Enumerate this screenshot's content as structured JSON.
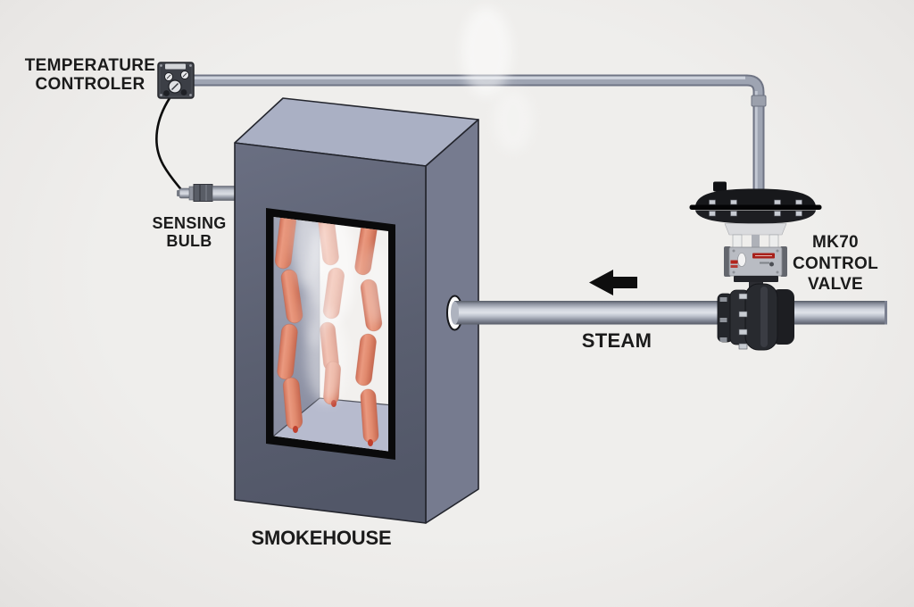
{
  "diagram": {
    "type": "process-control-diagram",
    "subject": "smokehouse steam temperature control loop",
    "labels": {
      "temperature_controller": {
        "line1": "TEMPERATURE",
        "line2": "CONTROLER"
      },
      "sensing_bulb": {
        "line1": "SENSING",
        "line2": "BULB"
      },
      "smokehouse": {
        "text": "SMOKEHOUSE"
      },
      "steam": {
        "text": "STEAM"
      },
      "control_valve": {
        "line1": "MK70",
        "line2": "CONTROL",
        "line3": "VALVE"
      }
    },
    "flow": {
      "steam_direction": "left",
      "arrow": "left-pointing-black-arrow"
    },
    "components": [
      "temperature-controller",
      "capillary-wire",
      "sensing-bulb",
      "smokehouse-with-hanging-sausages",
      "steam-pipe",
      "signal-pipe",
      "mk70-control-valve"
    ],
    "sausages": {
      "columns": 3,
      "per_column": 4
    },
    "colors": {
      "background": "#edecea",
      "label_text": "#1b1b1b",
      "smokehouse_front": "#5d6173",
      "smokehouse_top": "#aab0c4",
      "smokehouse_side": "#767b8f",
      "window_frame": "#0a0a0b",
      "inner_wall": "#9599ab",
      "inner_floor": "#b7bbce",
      "sausage": "#e08a6f",
      "sausage_tip_red": "#c0402e",
      "pipe_highlight": "#dfe2e9",
      "pipe_shadow": "#585d68",
      "actuator_black": "#17181b",
      "positioner_gray": "#b9bcc3",
      "positioner_label_red": "#a8201a",
      "valve_body": "#202127",
      "arrow_black": "#0e0e0e"
    }
  }
}
